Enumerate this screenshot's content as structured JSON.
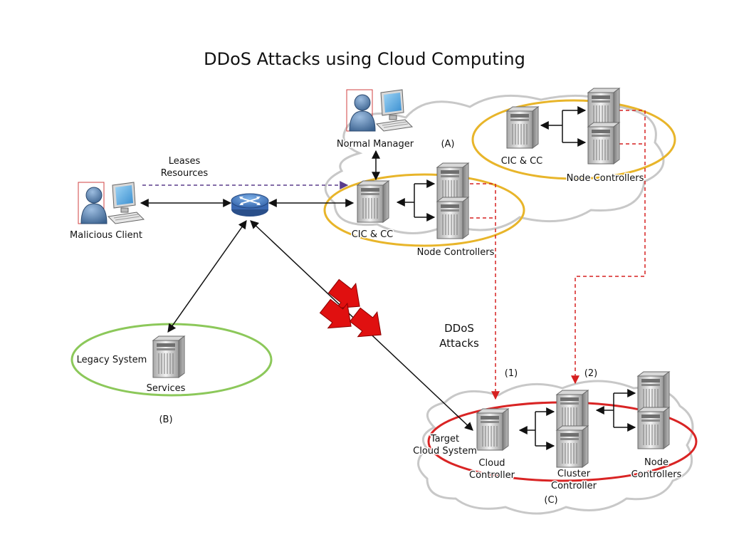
{
  "title": "DDoS Attacks using Cloud Computing",
  "labels": {
    "normal_manager": "Normal Manager",
    "group_a": "(A)",
    "cic_cc_top": "CIC & CC",
    "node_controllers_top": "Node Controllers",
    "leases_line1": "Leases",
    "leases_line2": "Resources",
    "malicious_client": "Malicious Client",
    "cic_cc_mid": "CIC & CC",
    "node_controllers_mid": "Node Controllers",
    "ddos_line1": "DDoS",
    "ddos_line2": "Attacks",
    "legacy_system": "Legacy System",
    "services": "Services",
    "group_b": "(B)",
    "path_1": "(1)",
    "path_2": "(2)",
    "target_line1": "Target",
    "target_line2": "Cloud System",
    "cloud_controller_line1": "Cloud",
    "cloud_controller_line2": "Controller",
    "cluster_controller_line1": "Cluster",
    "cluster_controller_line2": "Controller",
    "node_controllers_c_line1": "Node",
    "node_controllers_c_line2": "Controllers",
    "group_c": "(C)"
  },
  "colors": {
    "yellow_ring": "#e8b52a",
    "green_ring": "#8cc85a",
    "red_ring": "#d92424",
    "attack_red": "#e01010",
    "dashed_red": "#d62020",
    "lease_purple": "#5a3c8c",
    "cloud_fill": "#ffffff",
    "cloud_stroke": "#c8c8c8"
  },
  "icons": [
    "person-computer-icon",
    "server-icon",
    "router-icon",
    "attack-arrow-icon",
    "cloud-icon"
  ]
}
